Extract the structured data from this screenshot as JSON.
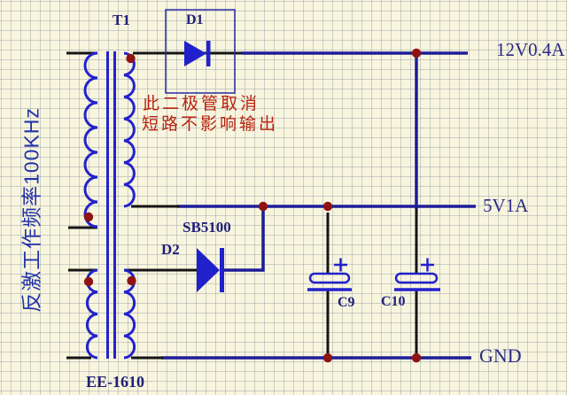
{
  "schematic": {
    "component_labels": {
      "transformer_ref": "T1",
      "transformer_part": "EE-1610",
      "diode1_ref": "D1",
      "diode2_ref": "D2",
      "diode2_part": "SB5100",
      "cap1_ref": "C9",
      "cap2_ref": "C10"
    },
    "port_labels": {
      "output_12v": "12V0.4A",
      "output_5v": "5V1A",
      "ground": "GND"
    },
    "annotations": {
      "note_line1": "此二极管取消",
      "note_line2": "短路不影响输出",
      "side_note": "反激工作频率100KHz"
    },
    "colors": {
      "background": "#f8f5de",
      "grid_line": "#c6cad2",
      "wire_blue": "#1d1d99",
      "pin_black": "#141414",
      "component_blue": "#2121cc",
      "junction_dot_red": "#8f1313",
      "note_red": "#b8220f",
      "label_navy": "#1f1f78"
    }
  }
}
